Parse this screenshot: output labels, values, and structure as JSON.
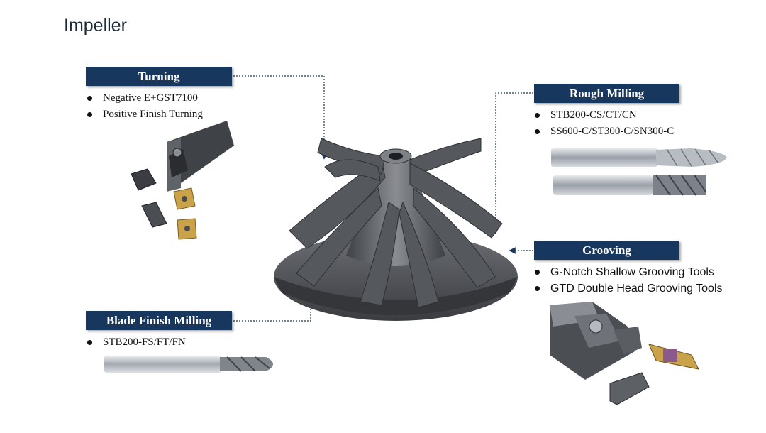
{
  "page": {
    "title": "Impeller"
  },
  "sections": {
    "turning": {
      "title": "Turning",
      "items": [
        "Negative E+GST7100",
        "Positive Finish Turning"
      ]
    },
    "rough_milling": {
      "title": "Rough Milling",
      "items": [
        "STB200-CS/CT/CN",
        "SS600-C/ST300-C/SN300-C"
      ]
    },
    "grooving": {
      "title": "Grooving",
      "items": [
        "G-Notch Shallow Grooving Tools",
        "GTD Double Head Grooving Tools"
      ]
    },
    "blade_finish_milling": {
      "title": "Blade Finish Milling",
      "items": [
        "STB200-FS/FT/FN"
      ]
    }
  },
  "colors": {
    "header_bg": "#17375e",
    "header_text": "#ffffff",
    "connector": "#17375e",
    "impeller": "#5a5d62",
    "insert_gold": "#c9a24a"
  },
  "icons": [
    "impeller-image",
    "turning-tool-image",
    "rough-endmill-image",
    "grooving-tool-image",
    "ballnose-endmill-image"
  ]
}
